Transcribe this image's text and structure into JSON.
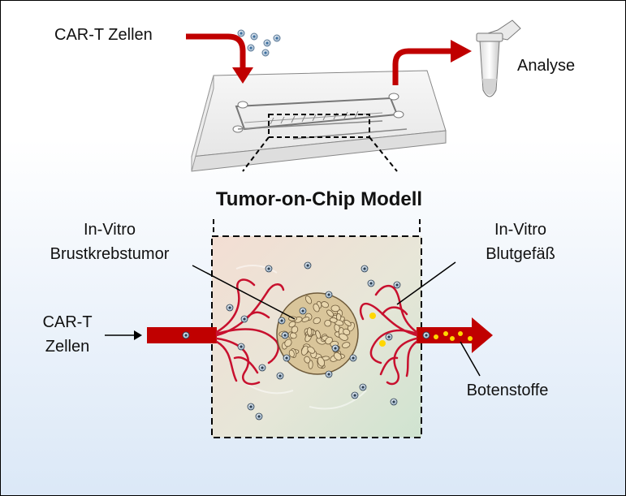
{
  "labels": {
    "car_t_top": "CAR-T Zellen",
    "analyse": "Analyse",
    "title": "Tumor-on-Chip Modell",
    "in_vitro_tumor_1": "In-Vitro",
    "in_vitro_tumor_2": "Brustkrebstumor",
    "in_vitro_vessel_1": "In-Vitro",
    "in_vitro_vessel_2": "Blutgefäß",
    "car_t_left_1": "CAR-T",
    "car_t_left_2": "Zellen",
    "botenstoffe": "Botenstoffe"
  },
  "colors": {
    "arrow_red": "#c00000",
    "vessel_red": "#c8102e",
    "tumor_fill": "#d9c59a",
    "tumor_edge": "#6e5a3a",
    "tcell_blue": "#3c6e9e",
    "messenger_yellow": "#ffd700"
  },
  "icons": {
    "tube": "microcentrifuge-tube-icon",
    "chip": "microfluidic-chip-icon",
    "tumor": "tumor-spheroid-icon",
    "tcell": "t-cell-icon"
  }
}
